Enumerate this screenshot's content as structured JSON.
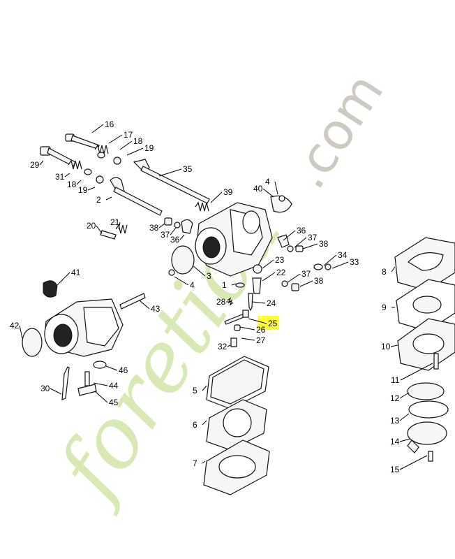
{
  "watermark": {
    "brand": "foretica",
    "domain": ".com",
    "brand_color": "#d8e9b6",
    "accent_color": "#f6c9a0",
    "domain_color": "#cfcac1"
  },
  "highlight": {
    "label": "25",
    "color": "#ffff33"
  },
  "parts": [
    {
      "id": "p1",
      "label": "1"
    },
    {
      "id": "p2",
      "label": "2"
    },
    {
      "id": "p3",
      "label": "3"
    },
    {
      "id": "p4a",
      "label": "4"
    },
    {
      "id": "p4b",
      "label": "4"
    },
    {
      "id": "p5",
      "label": "5"
    },
    {
      "id": "p6",
      "label": "6"
    },
    {
      "id": "p7",
      "label": "7"
    },
    {
      "id": "p8",
      "label": "8"
    },
    {
      "id": "p9",
      "label": "9"
    },
    {
      "id": "p10",
      "label": "10"
    },
    {
      "id": "p11",
      "label": "11"
    },
    {
      "id": "p12",
      "label": "12"
    },
    {
      "id": "p13",
      "label": "13"
    },
    {
      "id": "p14",
      "label": "14"
    },
    {
      "id": "p15",
      "label": "15"
    },
    {
      "id": "p16",
      "label": "16"
    },
    {
      "id": "p17",
      "label": "17"
    },
    {
      "id": "p18a",
      "label": "18"
    },
    {
      "id": "p18b",
      "label": "18"
    },
    {
      "id": "p19a",
      "label": "19"
    },
    {
      "id": "p19b",
      "label": "19"
    },
    {
      "id": "p20",
      "label": "20"
    },
    {
      "id": "p21",
      "label": "21"
    },
    {
      "id": "p22",
      "label": "22"
    },
    {
      "id": "p23",
      "label": "23"
    },
    {
      "id": "p24",
      "label": "24"
    },
    {
      "id": "p25",
      "label": "25"
    },
    {
      "id": "p26",
      "label": "26"
    },
    {
      "id": "p27",
      "label": "27"
    },
    {
      "id": "p28",
      "label": "28"
    },
    {
      "id": "p29",
      "label": "29"
    },
    {
      "id": "p30",
      "label": "30"
    },
    {
      "id": "p31",
      "label": "31"
    },
    {
      "id": "p32",
      "label": "32"
    },
    {
      "id": "p33",
      "label": "33"
    },
    {
      "id": "p34",
      "label": "34"
    },
    {
      "id": "p35",
      "label": "35"
    },
    {
      "id": "p36a",
      "label": "36"
    },
    {
      "id": "p36b",
      "label": "36"
    },
    {
      "id": "p37a",
      "label": "37"
    },
    {
      "id": "p37b",
      "label": "37"
    },
    {
      "id": "p37c",
      "label": "37"
    },
    {
      "id": "p38a",
      "label": "38"
    },
    {
      "id": "p38b",
      "label": "38"
    },
    {
      "id": "p38c",
      "label": "38"
    },
    {
      "id": "p39",
      "label": "39"
    },
    {
      "id": "p40",
      "label": "40"
    },
    {
      "id": "p41",
      "label": "41"
    },
    {
      "id": "p42",
      "label": "42"
    },
    {
      "id": "p43",
      "label": "43"
    },
    {
      "id": "p44",
      "label": "44"
    },
    {
      "id": "p45",
      "label": "45"
    },
    {
      "id": "p46",
      "label": "46"
    }
  ]
}
